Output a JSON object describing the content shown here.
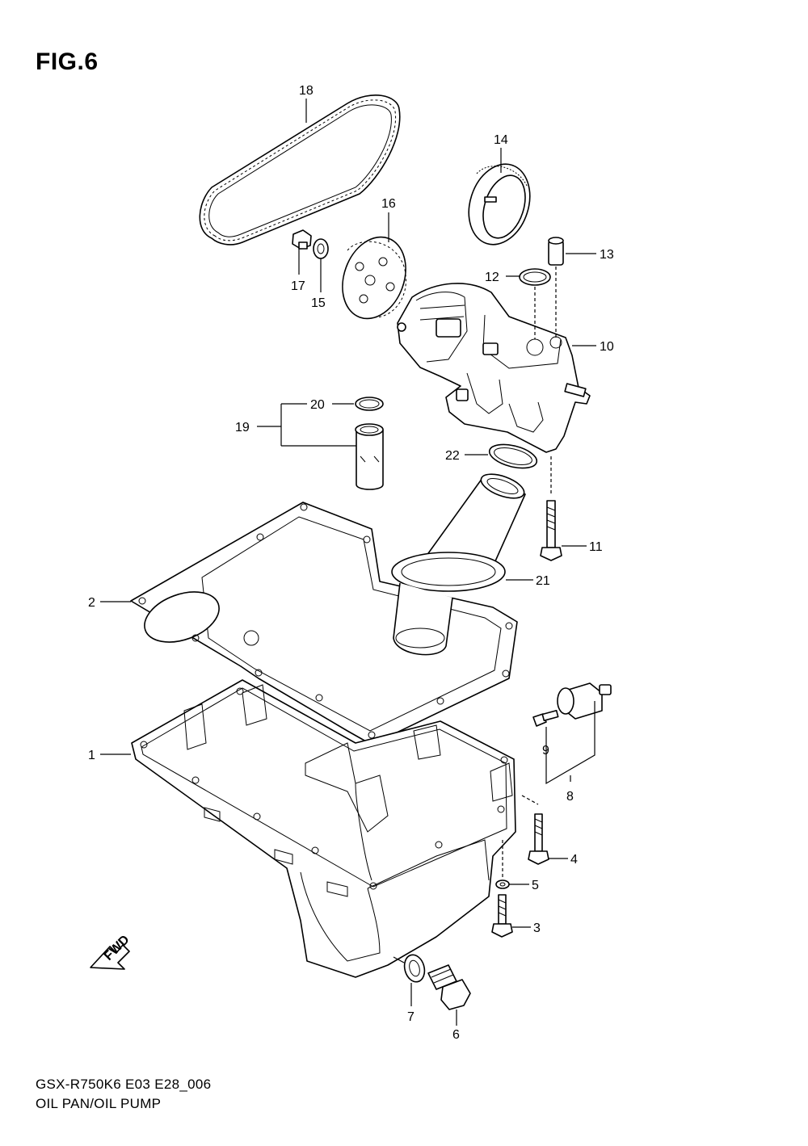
{
  "figure": {
    "title": "FIG.6",
    "model_code": "GSX-R750K6 E03 E28_006",
    "caption": "OIL PAN/OIL PUMP",
    "fwd_label": "FWD"
  },
  "callouts": [
    {
      "id": "c1",
      "text": "1"
    },
    {
      "id": "c2",
      "text": "2"
    },
    {
      "id": "c3",
      "text": "3"
    },
    {
      "id": "c4",
      "text": "4"
    },
    {
      "id": "c5",
      "text": "5"
    },
    {
      "id": "c6",
      "text": "6"
    },
    {
      "id": "c7",
      "text": "7"
    },
    {
      "id": "c8",
      "text": "8"
    },
    {
      "id": "c9",
      "text": "9"
    },
    {
      "id": "c10",
      "text": "10"
    },
    {
      "id": "c11",
      "text": "11"
    },
    {
      "id": "c12",
      "text": "12"
    },
    {
      "id": "c13",
      "text": "13"
    },
    {
      "id": "c14",
      "text": "14"
    },
    {
      "id": "c15",
      "text": "15"
    },
    {
      "id": "c16",
      "text": "16"
    },
    {
      "id": "c17",
      "text": "17"
    },
    {
      "id": "c18",
      "text": "18"
    },
    {
      "id": "c19",
      "text": "19"
    },
    {
      "id": "c20",
      "text": "20"
    },
    {
      "id": "c21",
      "text": "21"
    },
    {
      "id": "c22",
      "text": "22"
    }
  ]
}
